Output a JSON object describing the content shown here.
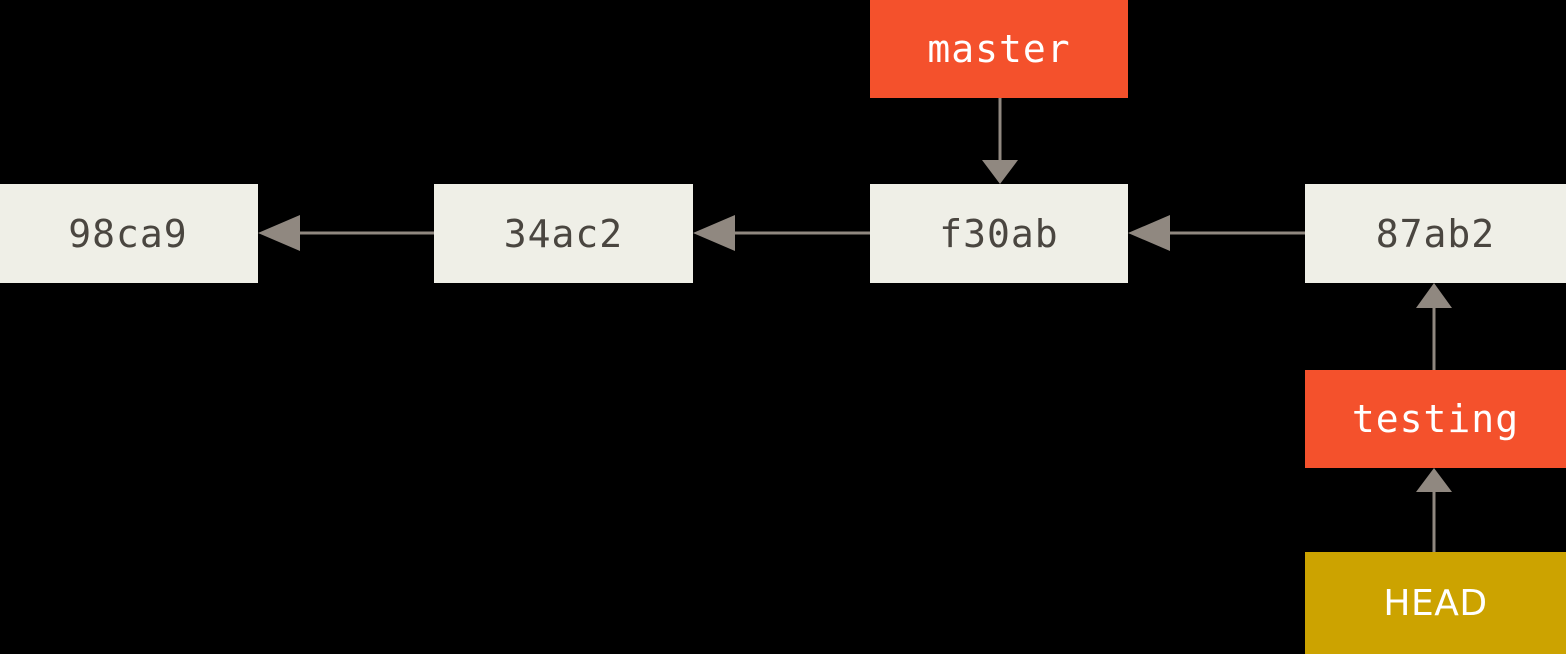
{
  "diagram": {
    "title": "git-branch-head-testing",
    "background_color": "#000000",
    "colors": {
      "commit_fill": "#EFEFE7",
      "commit_text": "#4a4640",
      "branch_fill": "#F4512C",
      "branch_text": "#FFFFFF",
      "head_fill": "#CCA300",
      "head_text": "#FFFFFF",
      "edge": "#908880"
    },
    "nodes": {
      "commit_98ca9": {
        "label": "98ca9",
        "kind": "commit"
      },
      "commit_34ac2": {
        "label": "34ac2",
        "kind": "commit"
      },
      "commit_f30ab": {
        "label": "f30ab",
        "kind": "commit"
      },
      "commit_87ab2": {
        "label": "87ab2",
        "kind": "commit"
      },
      "branch_master": {
        "label": "master",
        "kind": "branch"
      },
      "branch_testing": {
        "label": "testing",
        "kind": "branch"
      },
      "pointer_head": {
        "label": "HEAD",
        "kind": "head-pointer"
      }
    },
    "edges": [
      {
        "from": "commit_34ac2",
        "to": "commit_98ca9",
        "direction": "left"
      },
      {
        "from": "commit_f30ab",
        "to": "commit_34ac2",
        "direction": "left"
      },
      {
        "from": "commit_87ab2",
        "to": "commit_f30ab",
        "direction": "left"
      },
      {
        "from": "branch_master",
        "to": "commit_f30ab",
        "direction": "down"
      },
      {
        "from": "branch_testing",
        "to": "commit_87ab2",
        "direction": "up"
      },
      {
        "from": "pointer_head",
        "to": "branch_testing",
        "direction": "up"
      }
    ]
  }
}
